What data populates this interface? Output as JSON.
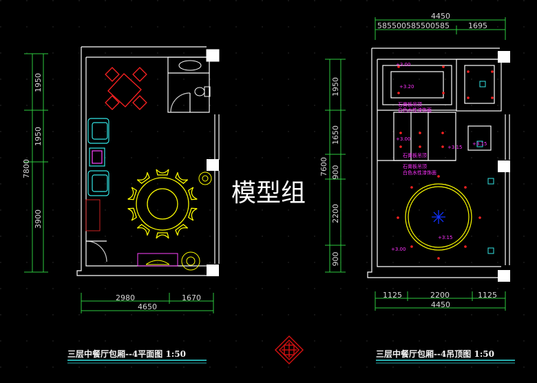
{
  "watermark": "模型组",
  "plan": {
    "title": "三层中餐厅包厢--4平面图 1:50",
    "dims": {
      "total_height": "7800",
      "seg1": "1950",
      "seg2": "1950",
      "seg3": "3900",
      "width1": "2980",
      "width2": "1670",
      "total_width": "4650"
    }
  },
  "ceiling": {
    "title": "三层中餐厅包厢--4吊顶图 1:50",
    "dims": {
      "top_total": "4450",
      "top_segments": "585500585500585",
      "top_right": "1695",
      "total_height": "7600",
      "seg1": "1950",
      "seg2": "1650",
      "seg3": "900",
      "seg4": "2200",
      "seg5": "900",
      "bottom1": "1125",
      "bottom2": "2200",
      "bottom3": "1125",
      "bottom_total": "4450"
    },
    "labels": {
      "level1": "+3.00",
      "level2": "+3.20",
      "note1a": "石膏板吊顶",
      "note1b": "白色水性漆饰面",
      "level3": "+3.00",
      "level4": "+3.15",
      "level5": "+3.15",
      "note2": "石膏板吊顶",
      "note3a": "石膏板吊顶",
      "note3b": "白色水性漆饰面",
      "level6": "+3.00",
      "level7": "+3.15"
    }
  }
}
